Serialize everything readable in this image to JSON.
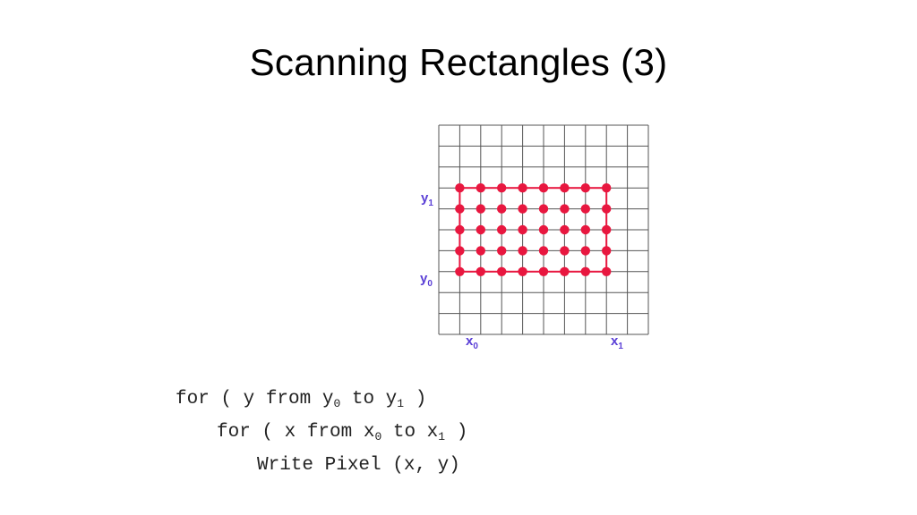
{
  "slide": {
    "title": "Scanning Rectangles (3)"
  },
  "diagram": {
    "labels": {
      "y1": {
        "base": "y",
        "sub": "1"
      },
      "y0": {
        "base": "y",
        "sub": "0"
      },
      "x0": {
        "base": "x",
        "sub": "0"
      },
      "x1": {
        "base": "x",
        "sub": "1"
      }
    },
    "grid": {
      "columns": 10,
      "rows": 10
    },
    "rectangle": {
      "col_start": 1,
      "col_end": 8,
      "row_start": 3,
      "row_end": 7
    },
    "colors": {
      "grid_line": "#555555",
      "pixel": "#e8173f",
      "outline": "#e8173f",
      "label": "#5a3fd6"
    }
  },
  "code": {
    "line1": {
      "pre": "for ( y from ",
      "a": "y",
      "a_sub": "0",
      "mid": " to ",
      "b": "y",
      "b_sub": "1",
      "post": " )"
    },
    "line2": {
      "pre": "for ( x from ",
      "a": "x",
      "a_sub": "0",
      "mid": " to ",
      "b": "x",
      "b_sub": "1",
      "post": " )"
    },
    "line3": {
      "text": "Write Pixel (x, y)"
    }
  }
}
